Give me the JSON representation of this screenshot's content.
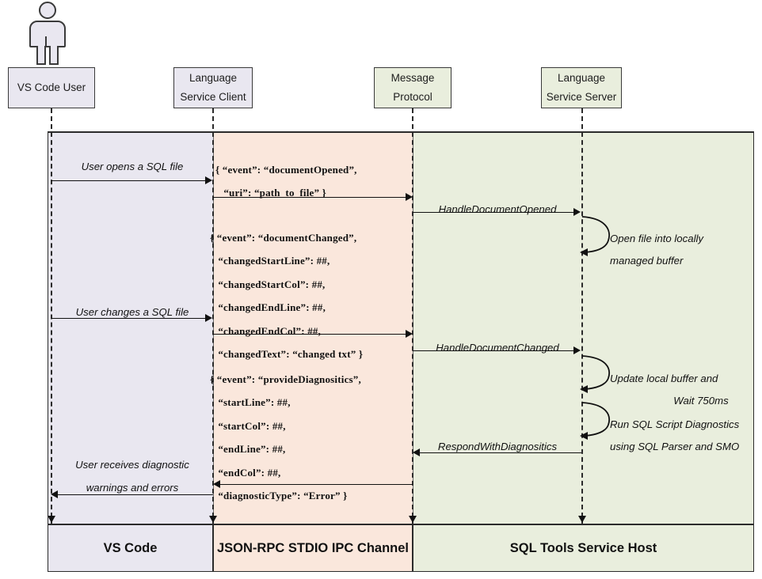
{
  "diagram": {
    "title": "SQL Tools Service Diagnostics Sequence",
    "colors": {
      "lavender": "#e9e7f0",
      "peach": "#fae7dc",
      "green": "#e9eedd",
      "stroke": "#2b2b2b"
    }
  },
  "actor": {
    "name": "vs-code-user-actor"
  },
  "participants": [
    {
      "id": "vs-code-user",
      "line1": "VS Code User",
      "line2": "",
      "fill": "lav"
    },
    {
      "id": "language-service-client",
      "line1": "Language",
      "line2": "Service Client",
      "fill": "lav"
    },
    {
      "id": "message-protocol",
      "line1": "Message",
      "line2": "Protocol",
      "fill": "grn"
    },
    {
      "id": "language-service-server",
      "line1": "Language",
      "line2": "Service Server",
      "fill": "grn"
    }
  ],
  "messages": [
    {
      "id": "user-opens-sql-file",
      "label": "User opens a SQL file",
      "direction": "right"
    },
    {
      "id": "handle-document-opened",
      "label": "HandleDocumentOpened",
      "direction": "right"
    },
    {
      "id": "user-changes-sql-file",
      "label": "User changes a SQL file",
      "direction": "right"
    },
    {
      "id": "handle-document-changed",
      "label": "HandleDocumentChanged",
      "direction": "right"
    },
    {
      "id": "respond-with-diagnositics",
      "label": "RespondWithDiagnositics",
      "direction": "left"
    },
    {
      "id": "user-receives-diagnostics",
      "label_line1": "User receives diagnostic",
      "label_line2": "warnings and errors",
      "direction": "left"
    }
  ],
  "payloads": {
    "document_opened": "{ “event”: “documentOpened”,\n   “uri”: “path_to_file” }",
    "document_changed": "{ “event”: “documentChanged”,\n   “changedStartLine”: ##,\n   “changedStartCol”: ##,\n   “changedEndLine”: ##,\n   “changedEndCol”: ##,\n   “changedText”: “changed txt” }",
    "provide_diagnositics": "{ “event”: “provideDiagnositics”,\n   “startLine”: ##,\n   “startCol”: ##,\n   “endLine”: ##,\n   “endCol”: ##,\n   “diagnosticType”: “Error” }"
  },
  "self_calls": [
    {
      "id": "open-file-buffer",
      "line1": "Open file into locally",
      "line2": "managed buffer"
    },
    {
      "id": "update-buffer-wait",
      "line1": "Update local buffer and",
      "line2": "Wait 750ms"
    },
    {
      "id": "run-diagnostics",
      "line1": "Run SQL Script Diagnostics",
      "line2": "using SQL Parser and SMO"
    }
  ],
  "footer": [
    {
      "id": "footer-vs-code",
      "label": "VS Code",
      "fill": "lav"
    },
    {
      "id": "footer-ipc",
      "label": "JSON-RPC STDIO IPC Channel",
      "fill": "peach"
    },
    {
      "id": "footer-host",
      "label": "SQL Tools Service Host",
      "fill": "grn"
    }
  ]
}
